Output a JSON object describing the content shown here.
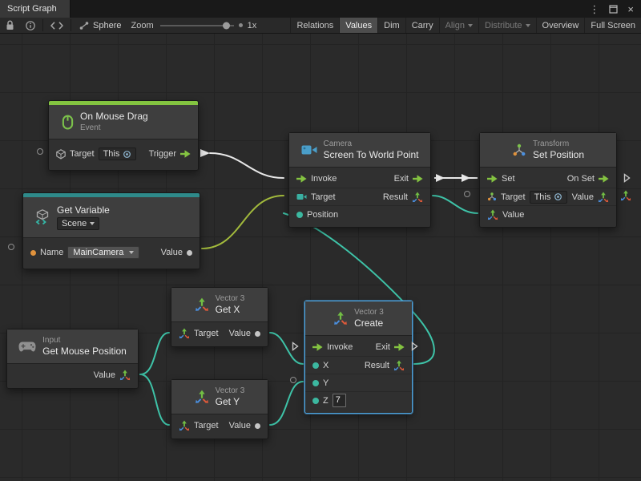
{
  "window": {
    "tab": "Script Graph",
    "menu_glyph": "⋮",
    "close_glyph": "×"
  },
  "toolbar": {
    "graph_name": "Sphere",
    "zoom_label": "Zoom",
    "zoom_value": "1x",
    "buttons": {
      "relations": "Relations",
      "values": "Values",
      "dim": "Dim",
      "carry": "Carry",
      "align": "Align",
      "distribute": "Distribute",
      "overview": "Overview",
      "full_screen": "Full Screen"
    }
  },
  "graph": {
    "on_mouse_drag": {
      "title": "On Mouse Drag",
      "subtitle": "Event",
      "target": "Target",
      "this": "This",
      "trigger": "Trigger"
    },
    "screen_to_world": {
      "category": "Camera",
      "title": "Screen To World Point",
      "invoke": "Invoke",
      "exit": "Exit",
      "target": "Target",
      "result": "Result",
      "position": "Position"
    },
    "set_position": {
      "category": "Transform",
      "title": "Set Position",
      "set": "Set",
      "on_set": "On Set",
      "target": "Target",
      "this": "This",
      "value_out": "Value",
      "value_in": "Value"
    },
    "get_variable": {
      "title": "Get Variable",
      "scope": "Scene",
      "name": "Name",
      "name_value": "MainCamera",
      "value": "Value"
    },
    "get_x": {
      "category": "Vector 3",
      "title": "Get X",
      "target": "Target",
      "value": "Value"
    },
    "get_y": {
      "category": "Vector 3",
      "title": "Get Y",
      "target": "Target",
      "value": "Value"
    },
    "create": {
      "category": "Vector 3",
      "title": "Create",
      "invoke": "Invoke",
      "exit": "Exit",
      "x": "X",
      "result": "Result",
      "y": "Y",
      "z": "Z",
      "z_value": "7"
    },
    "get_mouse_position": {
      "category": "Input",
      "title": "Get Mouse Position",
      "value": "Value"
    }
  },
  "colors": {
    "event_accent": "#83c440",
    "variable_accent": "#2e8a8a",
    "flow_green": "#84c341",
    "wire_white": "#e8e8e8",
    "wire_teal": "#3ec3a8",
    "wire_olive": "#a2ba3c",
    "selection_blue": "#4c9fd8",
    "port_teal": "#3cb8a0",
    "port_orange": "#e0923c"
  }
}
